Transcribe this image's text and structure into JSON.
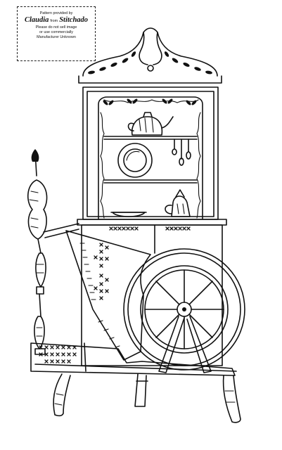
{
  "credit": {
    "line1": "Pattern provided by",
    "brand_left": "Claudia",
    "brand_mid": "from",
    "brand_right": "Stitchado",
    "line3": "Please do not sell image",
    "line4": "or use commercially",
    "line5": "Manufacturer Unknown"
  },
  "illustration": {
    "subject": "embroidery-pattern-hutch-and-spinning-wheel",
    "ink_color": "#111111",
    "paper_color": "#ffffff"
  }
}
